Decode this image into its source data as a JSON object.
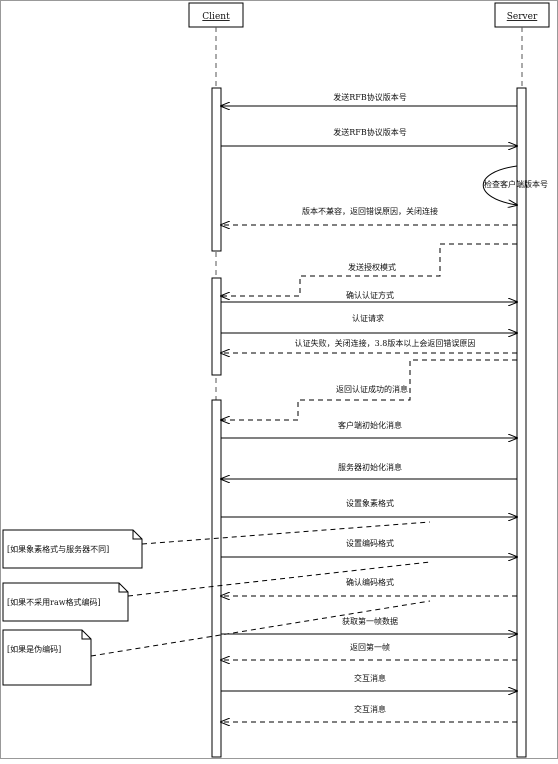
{
  "participants": {
    "client": "Client",
    "server": "Server"
  },
  "self_message": "检查客户端版本号",
  "messages": [
    "发送RFB协议版本号",
    "发送RFB协议版本号",
    "版本不兼容，返回错误原因，关闭连接",
    "发送授权模式",
    "确认认证方式",
    "认证请求",
    "认证失败，关闭连接，3.8版本以上会返回错误原因",
    "返回认证成功的消息",
    "客户端初始化消息",
    "服务器初始化消息",
    "设置象素格式",
    "设置编码格式",
    "确认编码格式",
    "获取第一帧数据",
    "返回第一帧",
    "交互消息",
    "交互消息"
  ],
  "notes": [
    "[如果象素格式与服务器不同]",
    "[如果不采用raw格式编码]",
    "[如果是伪编码]"
  ],
  "colors": {
    "line": "#000000",
    "lifeline": "#555555",
    "box_fill": "#ffffff"
  }
}
